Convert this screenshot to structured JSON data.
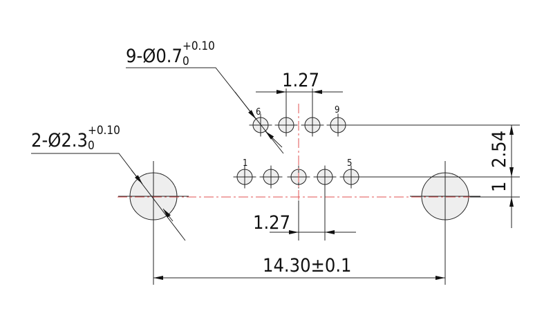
{
  "callouts": {
    "small_holes": {
      "main": "9-Ø0.7",
      "upper_tol": "+0.10",
      "lower_tol": "0"
    },
    "large_holes": {
      "main": "2-Ø2.3",
      "upper_tol": "+0.10",
      "lower_tol": "0"
    }
  },
  "dimensions": {
    "pitch_top": "1.27",
    "pitch_bottom": "1.27",
    "row_spacing": "2.54",
    "offset": "1",
    "overall": "14.30±0.1"
  },
  "pin_labels": {
    "first_bottom": "1",
    "last_bottom": "5",
    "first_top": "6",
    "last_top": "9"
  },
  "colors": {
    "line": "#222222",
    "centerline": "#e05050",
    "hole_fill": "#eeeeee"
  }
}
